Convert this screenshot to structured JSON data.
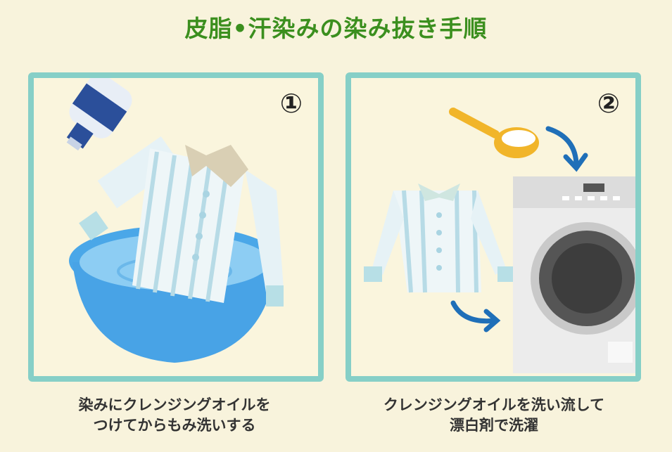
{
  "title": "皮脂•汗染みの染み抜き手順",
  "steps": [
    {
      "number": "①",
      "caption_line1": "染みにクレンジングオイルを",
      "caption_line2": "つけてからもみ洗いする"
    },
    {
      "number": "②",
      "caption_line1": "クレンジングオイルを洗い流して",
      "caption_line2": "漂白剤で洗濯"
    }
  ],
  "colors": {
    "title": "#3b8f1e",
    "panel_border": "#86cfc7",
    "background": "#f8f3dc",
    "arrow": "#1f6fb8"
  }
}
